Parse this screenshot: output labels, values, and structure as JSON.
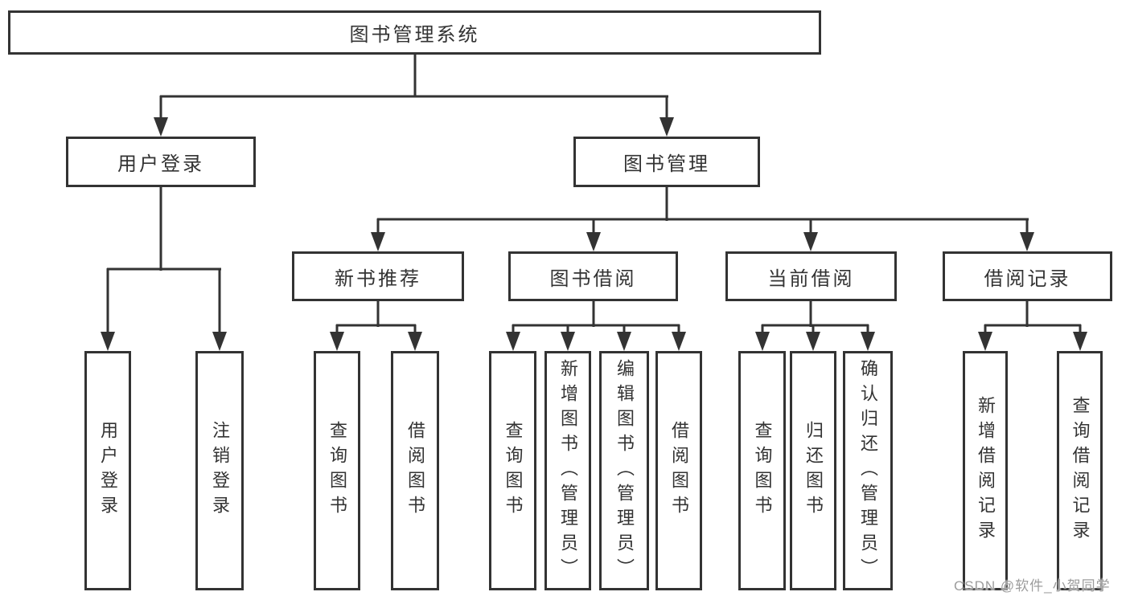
{
  "tree": {
    "label": "图书管理系统",
    "children": [
      {
        "label": "用户登录",
        "children": [
          {
            "label": "用户登录"
          },
          {
            "label": "注销登录"
          }
        ]
      },
      {
        "label": "图书管理",
        "children": [
          {
            "label": "新书推荐",
            "children": [
              {
                "label": "查询图书"
              },
              {
                "label": "借阅图书"
              }
            ]
          },
          {
            "label": "图书借阅",
            "children": [
              {
                "label": "查询图书"
              },
              {
                "label": "新增图书（管理员）"
              },
              {
                "label": "编辑图书（管理员）"
              },
              {
                "label": "借阅图书"
              }
            ]
          },
          {
            "label": "当前借阅",
            "children": [
              {
                "label": "查询图书"
              },
              {
                "label": "归还图书"
              },
              {
                "label": "确认归还（管理员）"
              }
            ]
          },
          {
            "label": "借阅记录",
            "children": [
              {
                "label": "新增借阅记录"
              },
              {
                "label": "查询借阅记录"
              }
            ]
          }
        ]
      }
    ]
  },
  "watermark": "CSDN @软件_小贺同学",
  "colors": {
    "line": "#333333",
    "text": "#333333",
    "watermark": "#9c9c9c",
    "background": "#ffffff"
  }
}
